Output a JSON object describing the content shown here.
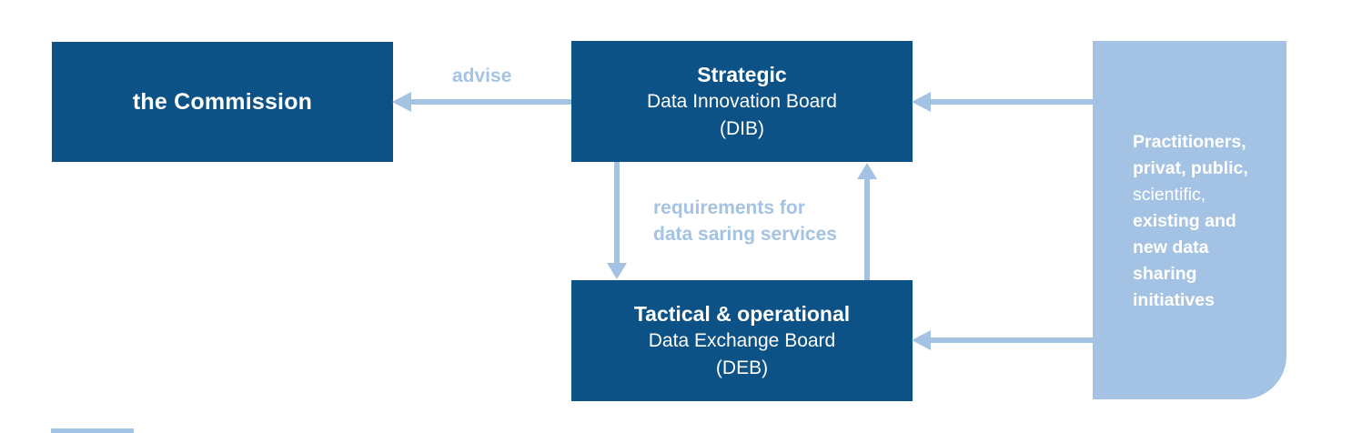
{
  "colors": {
    "dark_blue": "#0d5286",
    "light_blue": "#a4c3e4",
    "node_text": "#ffffff"
  },
  "nodes": {
    "commission": {
      "title": "the Commission"
    },
    "strategic": {
      "level": "Strategic",
      "name": "Data Innovation Board",
      "abbr": "(DIB)"
    },
    "tactical": {
      "level": "Tactical & operational",
      "name": "Data Exchange Board",
      "abbr": "(DEB)"
    },
    "practitioners": {
      "lines": [
        "Practitioners,",
        "privat, public,",
        "scientific,",
        "existing and",
        "new data",
        "sharing",
        "initiatives"
      ]
    }
  },
  "labels": {
    "advise": "advise",
    "requirements_line1": "requirements for",
    "requirements_line2": "data saring services"
  }
}
